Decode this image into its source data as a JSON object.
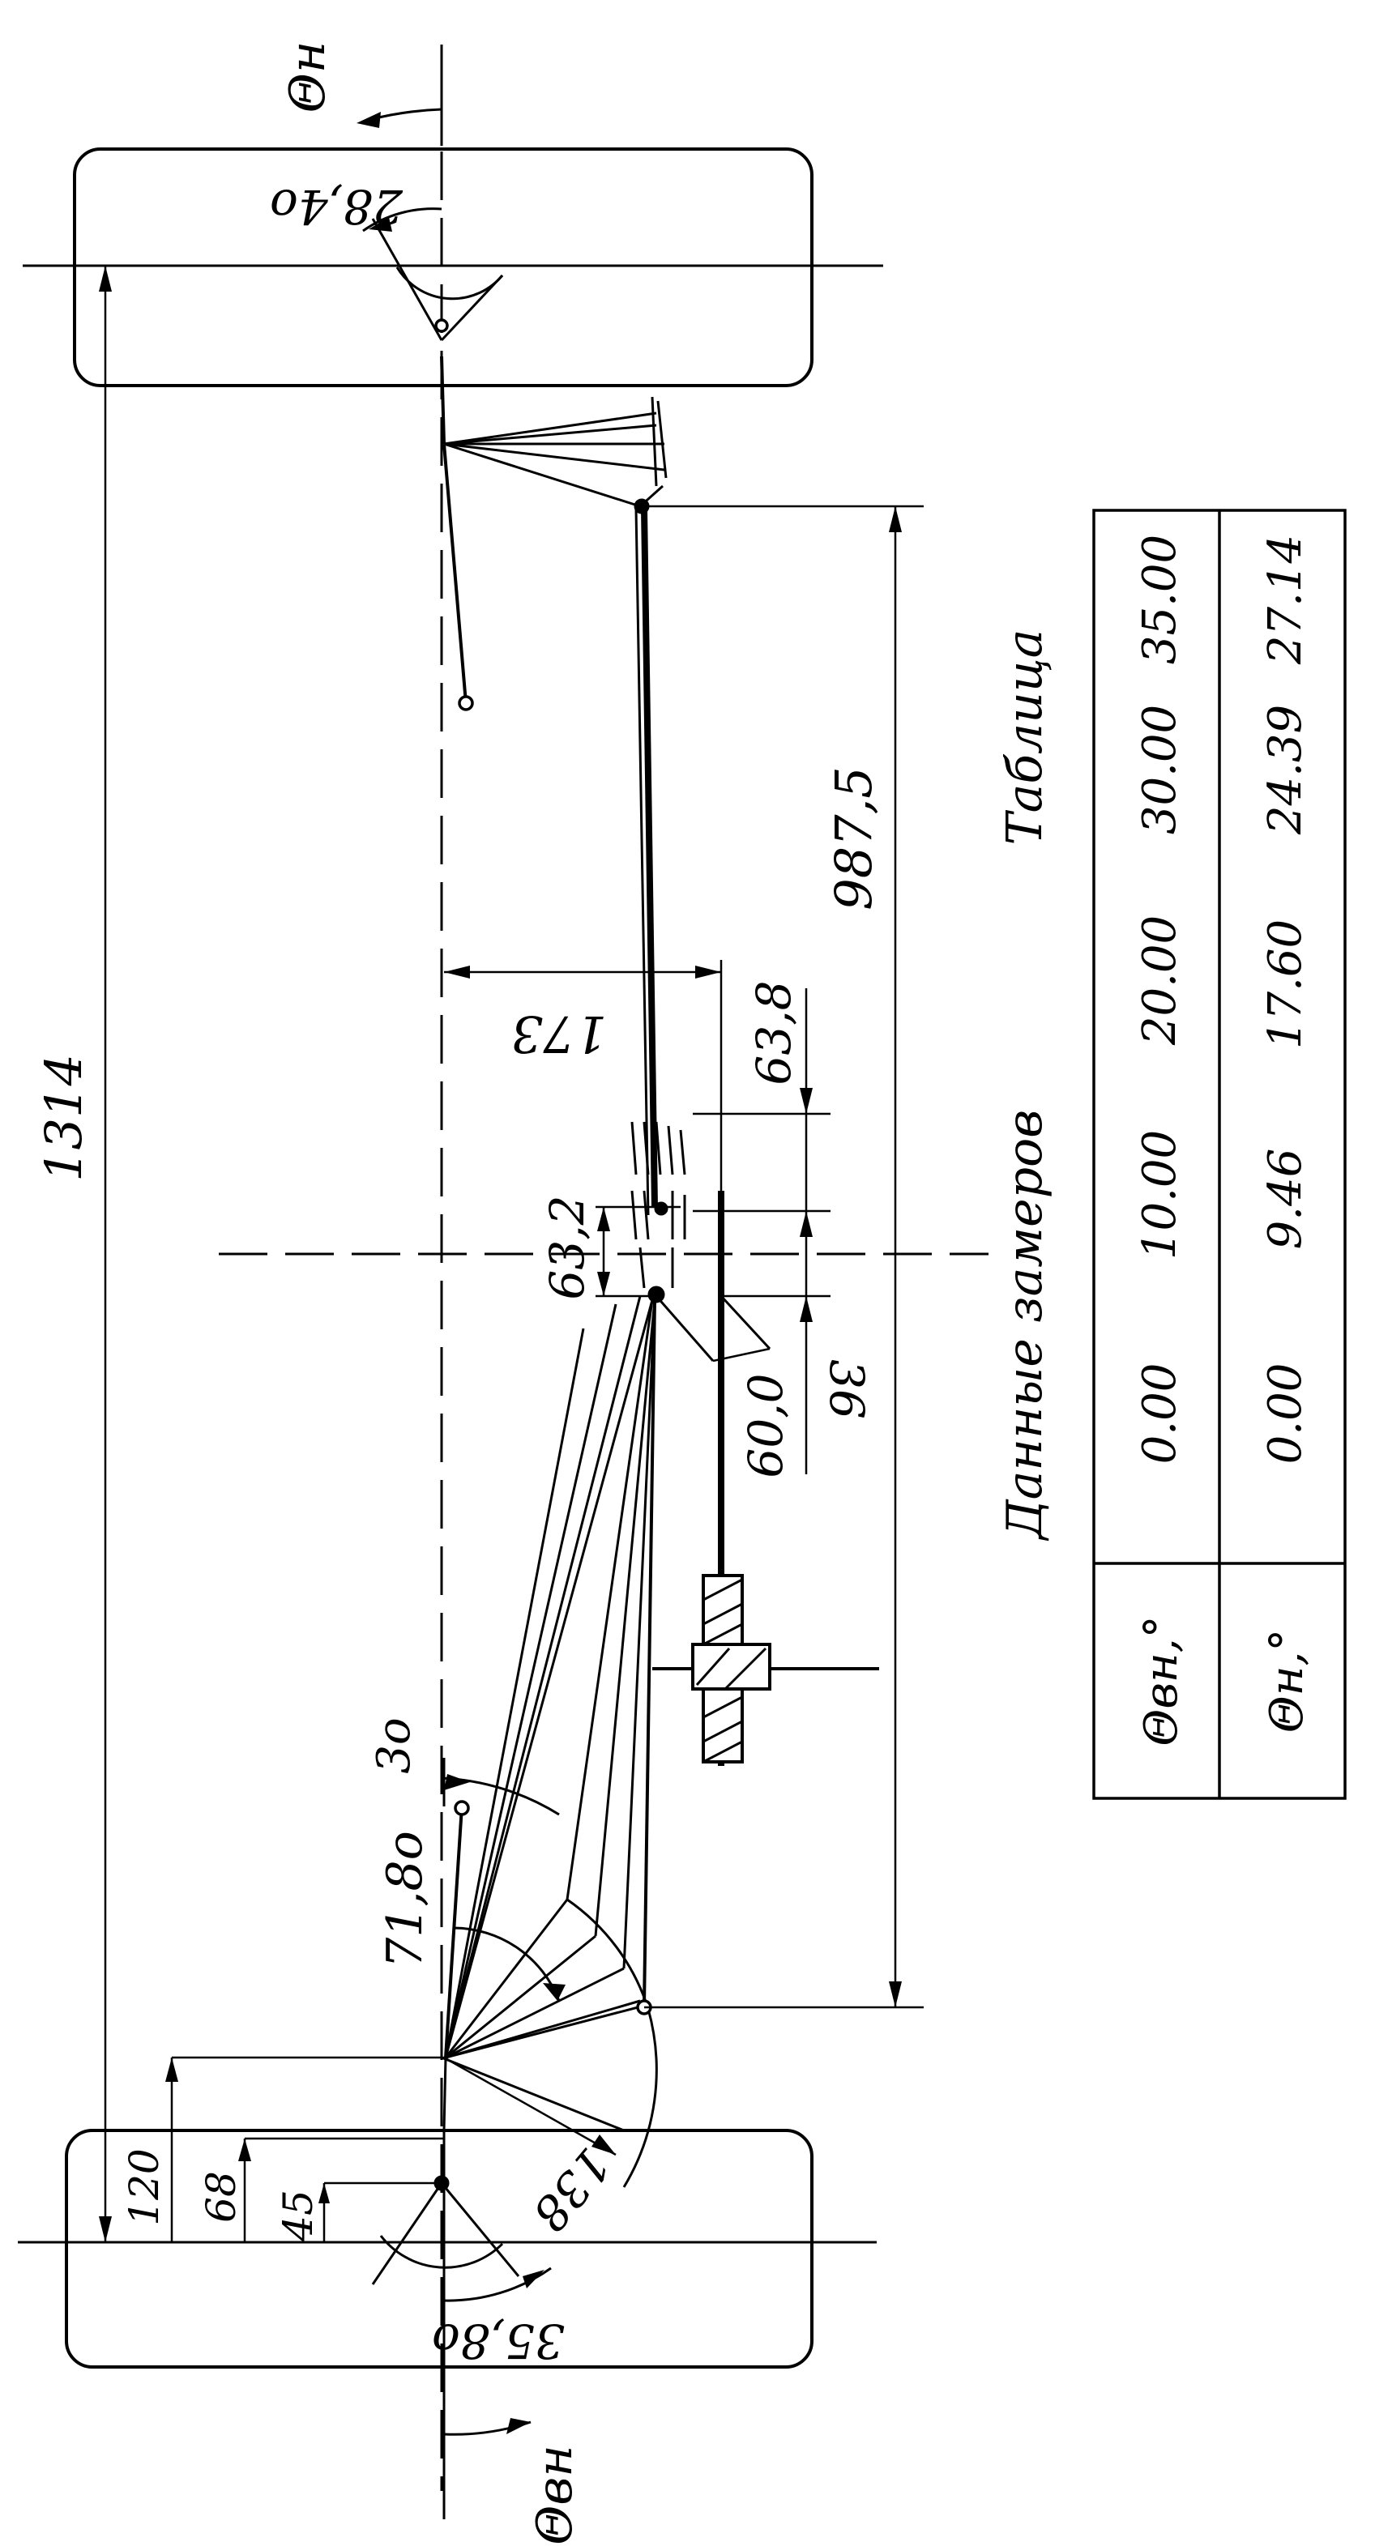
{
  "labels": {
    "theta_n_top": "Θн",
    "theta_vn_bottom": "Θвн",
    "ang_28_4": "28,4о",
    "ang_35_8": "35,8о",
    "ang_71_8": "71,8о",
    "ang_3": "3о",
    "dim_1314": "1314",
    "dim_987_5": "987,5",
    "dim_173": "173",
    "dim_63_8": "63,8",
    "dim_63_2": "63,2",
    "dim_60_0": "60,0",
    "dim_36": "36",
    "dim_138": "138",
    "dim_120": "120",
    "dim_68": "68",
    "dim_45": "45"
  },
  "table": {
    "title_left": "Данные замеров",
    "title_right": "Таблица",
    "row1_header": "Θвн,°",
    "row2_header": "Θн,°",
    "row1_values": [
      "0.00",
      "10.00",
      "20.00",
      "30.00",
      "35.00"
    ],
    "row2_values": [
      "0.00",
      "9.46",
      "17.60",
      "24.39",
      "27.14"
    ]
  }
}
